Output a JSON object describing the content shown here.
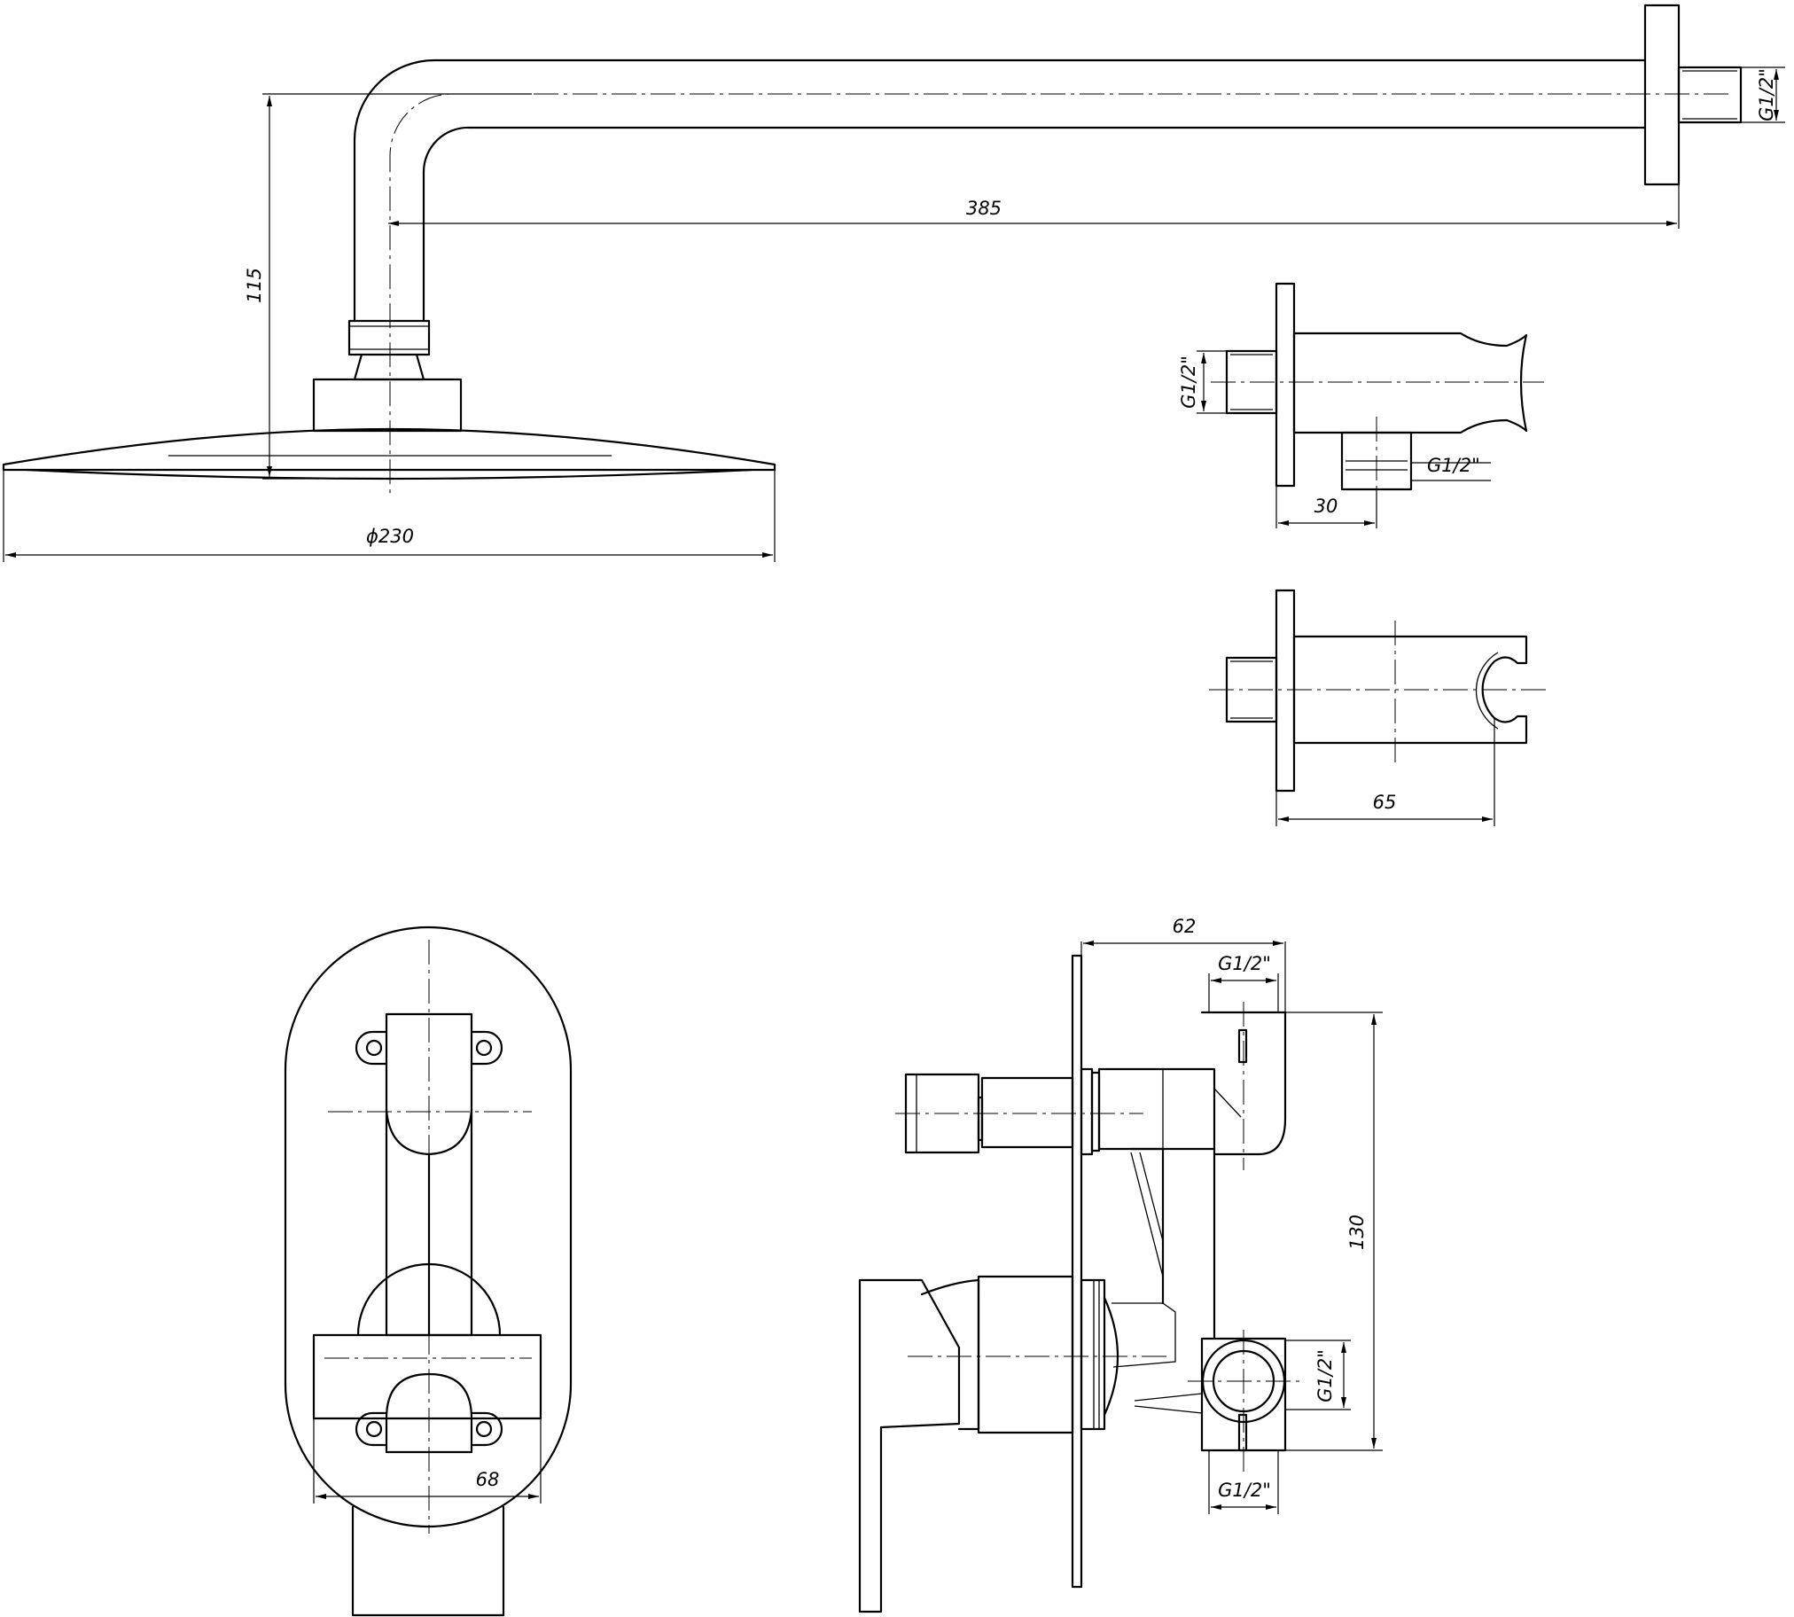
{
  "colors": {
    "line": "#000000",
    "background": "#ffffff"
  },
  "dimensions": {
    "arm_length": "385",
    "arm_drop": "115",
    "head_diameter": "ϕ230",
    "arm_thread": "G1/2\"",
    "outlet_thread_in": "G1/2\"",
    "outlet_thread_out": "G1/2\"",
    "outlet_depth": "30",
    "holder_depth": "65",
    "plate_width": "68",
    "valve_depth": "62",
    "valve_thread_top": "G1/2\"",
    "valve_height": "130",
    "valve_thread_right": "G1/2\"",
    "valve_thread_bottom": "G1/2\""
  }
}
